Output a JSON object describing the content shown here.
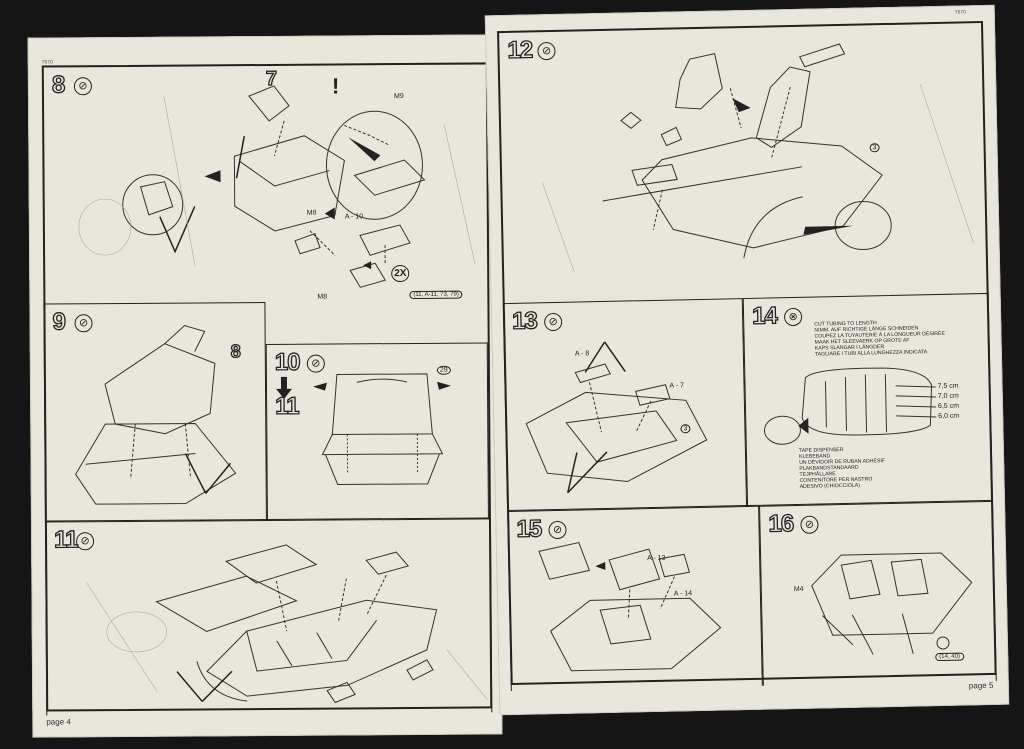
{
  "left_page": {
    "page_label": "page 4",
    "corner_code": "7670",
    "steps": {
      "s8": {
        "num": "8",
        "icon": "⊘",
        "sub_num": "7",
        "exclaim": "!",
        "m9": "M9",
        "m8a": "M8",
        "m8b": "M8",
        "a10": "A - 10",
        "twox": "2X",
        "refs": "(11, A-11, 73, 79)"
      },
      "s9": {
        "num": "9",
        "icon": "⊘",
        "sub_num": "8"
      },
      "s10": {
        "num": "10",
        "icon": "⊘",
        "arrow_to": "11",
        "ref": "29"
      },
      "s11": {
        "num": "11",
        "icon": "⊘"
      }
    }
  },
  "right_page": {
    "page_label": "page 5",
    "corner_code": "7670",
    "steps": {
      "s12": {
        "num": "12",
        "icon": "⊘",
        "ref": "3"
      },
      "s13": {
        "num": "13",
        "icon": "⊘",
        "a8": "A - 8",
        "a7": "A - 7",
        "ref": "3"
      },
      "s14": {
        "num": "14",
        "icon": "⊗",
        "cut_instructions": [
          "CUT TUBING TO LENGTH",
          "NIMM. AUF RICHTIGE LÄNGE SCHNEIDEN",
          "COUPEZ LA TUYAUTERIE À LA LONGUEUR DÉSIRÉE",
          "MAAK HET SLEEVAERK OP GROTE AF",
          "KAPS SLANGAR I LÄNGDER",
          "TAGLIARE I TUBI ALLA LUNGHEZZA INDICATA"
        ],
        "lengths": [
          "7,5 cm",
          "7,0 cm",
          "6,5 cm",
          "6,0 cm"
        ],
        "tape_instructions": [
          "TAPE DISPENSER",
          "KLEBEBAND",
          "UN DÉVIDOIR DE RUBAN ADHÉSIF",
          "PLAKBANDSTANDAARD",
          "TEJPHÅLLARE",
          "CONTENITORE PER NASTRO",
          "ADESIVO (CHIOCCIOLA)"
        ]
      },
      "s15": {
        "num": "15",
        "icon": "⊘",
        "a13": "A - 13",
        "a14": "A - 14"
      },
      "s16": {
        "num": "16",
        "icon": "⊘",
        "m4": "M4",
        "refs": "(14, 40)"
      }
    }
  }
}
